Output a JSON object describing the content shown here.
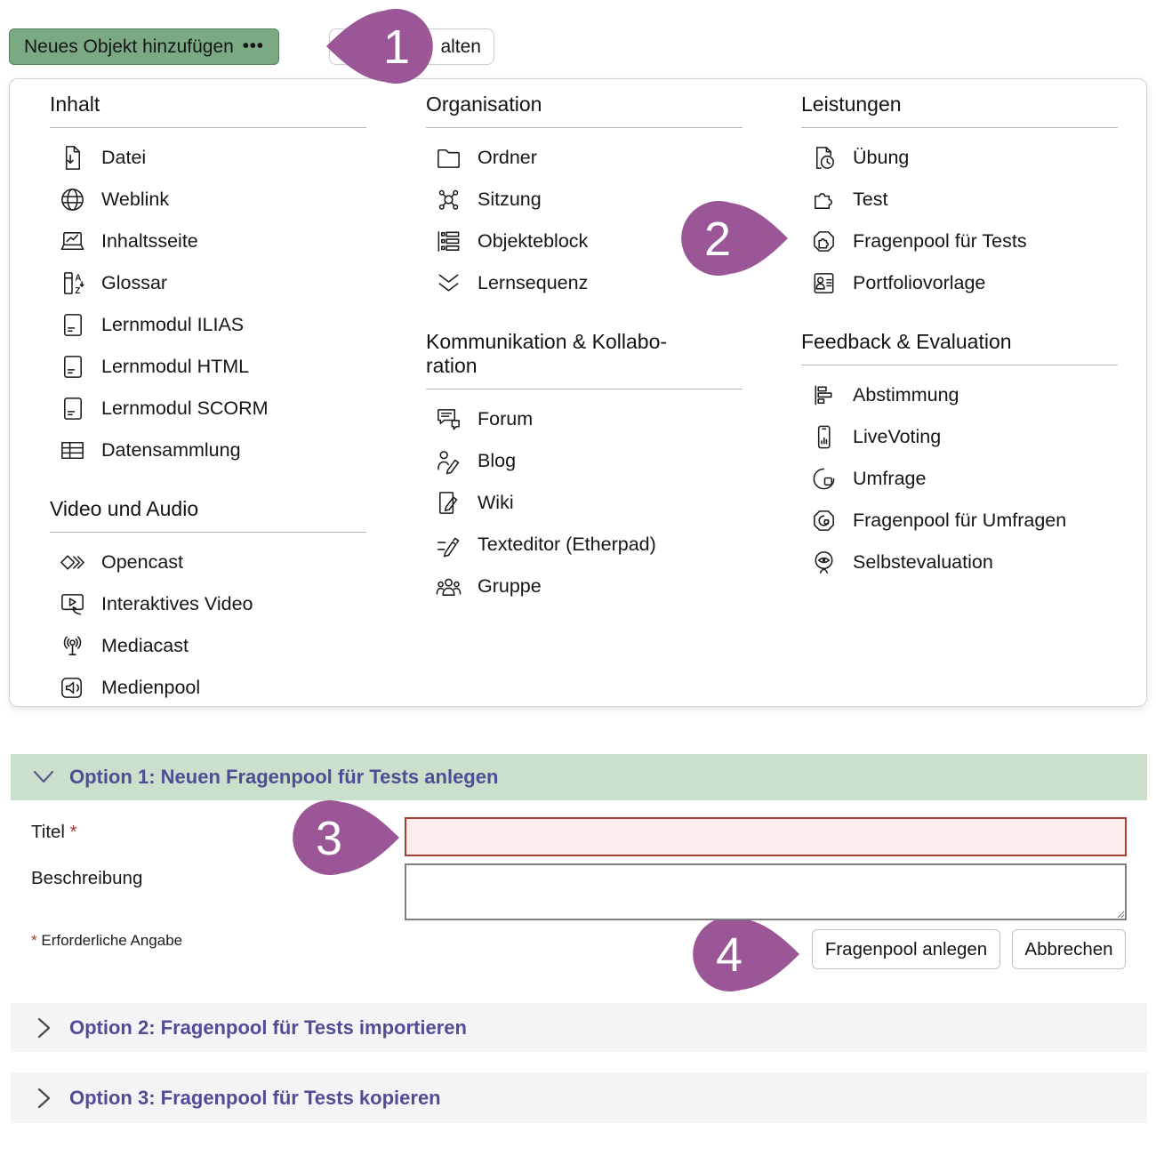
{
  "toolbar": {
    "add_button": "Neues Objekt hinzufügen",
    "dots": "•••",
    "covered_button_visible_text": "alten"
  },
  "menu": {
    "inhalt": {
      "title": "Inhalt",
      "items": [
        {
          "icon": "file-download-icon",
          "label": "Datei"
        },
        {
          "icon": "globe-icon",
          "label": "Weblink"
        },
        {
          "icon": "content-page-icon",
          "label": "Inhaltsseite"
        },
        {
          "icon": "glossary-az-icon",
          "label": "Glossar"
        },
        {
          "icon": "learning-module-icon",
          "label": "Lernmodul ILIAS"
        },
        {
          "icon": "learning-module-icon",
          "label": "Lernmodul HTML"
        },
        {
          "icon": "learning-module-icon",
          "label": "Lernmodul SCORM"
        },
        {
          "icon": "table-grid-icon",
          "label": "Datensammlung"
        }
      ]
    },
    "video_audio": {
      "title": "Video und Audio",
      "items": [
        {
          "icon": "opencast-diamond-icon",
          "label": "Opencast"
        },
        {
          "icon": "interactive-video-icon",
          "label": "Interaktives Video"
        },
        {
          "icon": "broadcast-antenna-icon",
          "label": "Mediacast"
        },
        {
          "icon": "speaker-icon",
          "label": "Medienpool"
        }
      ]
    },
    "organisation": {
      "title": "Organisation",
      "items": [
        {
          "icon": "folder-icon",
          "label": "Ordner"
        },
        {
          "icon": "session-network-icon",
          "label": "Sitzung"
        },
        {
          "icon": "item-group-list-icon",
          "label": "Objekteblock"
        },
        {
          "icon": "double-chevron-down-icon",
          "label": "Lernsequenz"
        }
      ]
    },
    "kommunikation": {
      "title": "Kommunikation & Kollabo­ration",
      "items": [
        {
          "icon": "forum-bubbles-icon",
          "label": "Forum"
        },
        {
          "icon": "person-pencil-icon",
          "label": "Blog"
        },
        {
          "icon": "page-pencil-icon",
          "label": "Wiki"
        },
        {
          "icon": "pen-writing-icon",
          "label": "Texteditor (Etherpad)"
        },
        {
          "icon": "people-group-icon",
          "label": "Gruppe"
        }
      ]
    },
    "leistungen": {
      "title": "Leistungen",
      "items": [
        {
          "icon": "page-clock-icon",
          "label": "Übung"
        },
        {
          "icon": "puzzle-icon",
          "label": "Test"
        },
        {
          "icon": "puzzle-pool-icon",
          "label": "Fragenpool für Tests"
        },
        {
          "icon": "portfolio-card-icon",
          "label": "Portfoliovorlage"
        }
      ]
    },
    "feedback": {
      "title": "Feedback & Evaluation",
      "items": [
        {
          "icon": "bar-chart-icon",
          "label": "Abstimmung"
        },
        {
          "icon": "phone-chart-icon",
          "label": "LiveVoting"
        },
        {
          "icon": "pie-chart-icon",
          "label": "Umfrage"
        },
        {
          "icon": "pie-pool-icon",
          "label": "Fragenpool für Umfragen"
        },
        {
          "icon": "eye-mirror-icon",
          "label": "Selbstevaluation"
        }
      ]
    }
  },
  "callouts": {
    "c1": "1",
    "c2": "2",
    "c3": "3",
    "c4": "4"
  },
  "form": {
    "option1_title": "Option 1: Neuen Fragenpool für Tests anlegen",
    "titel_label": "Titel",
    "required_marker": "*",
    "titel_value": "",
    "beschreibung_label": "Beschreibung",
    "beschreibung_value": "",
    "required_note": "Erforderliche Angabe",
    "submit_button": "Fragenpool anlegen",
    "cancel_button": "Abbrechen",
    "option2_title": "Option 2: Fragenpool für Tests importieren",
    "option3_title": "Option 3: Fragenpool für Tests kopieren"
  },
  "colors": {
    "accent_green": "#7aa983",
    "panel_header_green": "#cbe0cc",
    "callout_purple": "#9a5697",
    "heading_purple": "#4f4e95",
    "error_red": "#a94034",
    "collapsed_bar_gray": "#f4f3f5"
  }
}
